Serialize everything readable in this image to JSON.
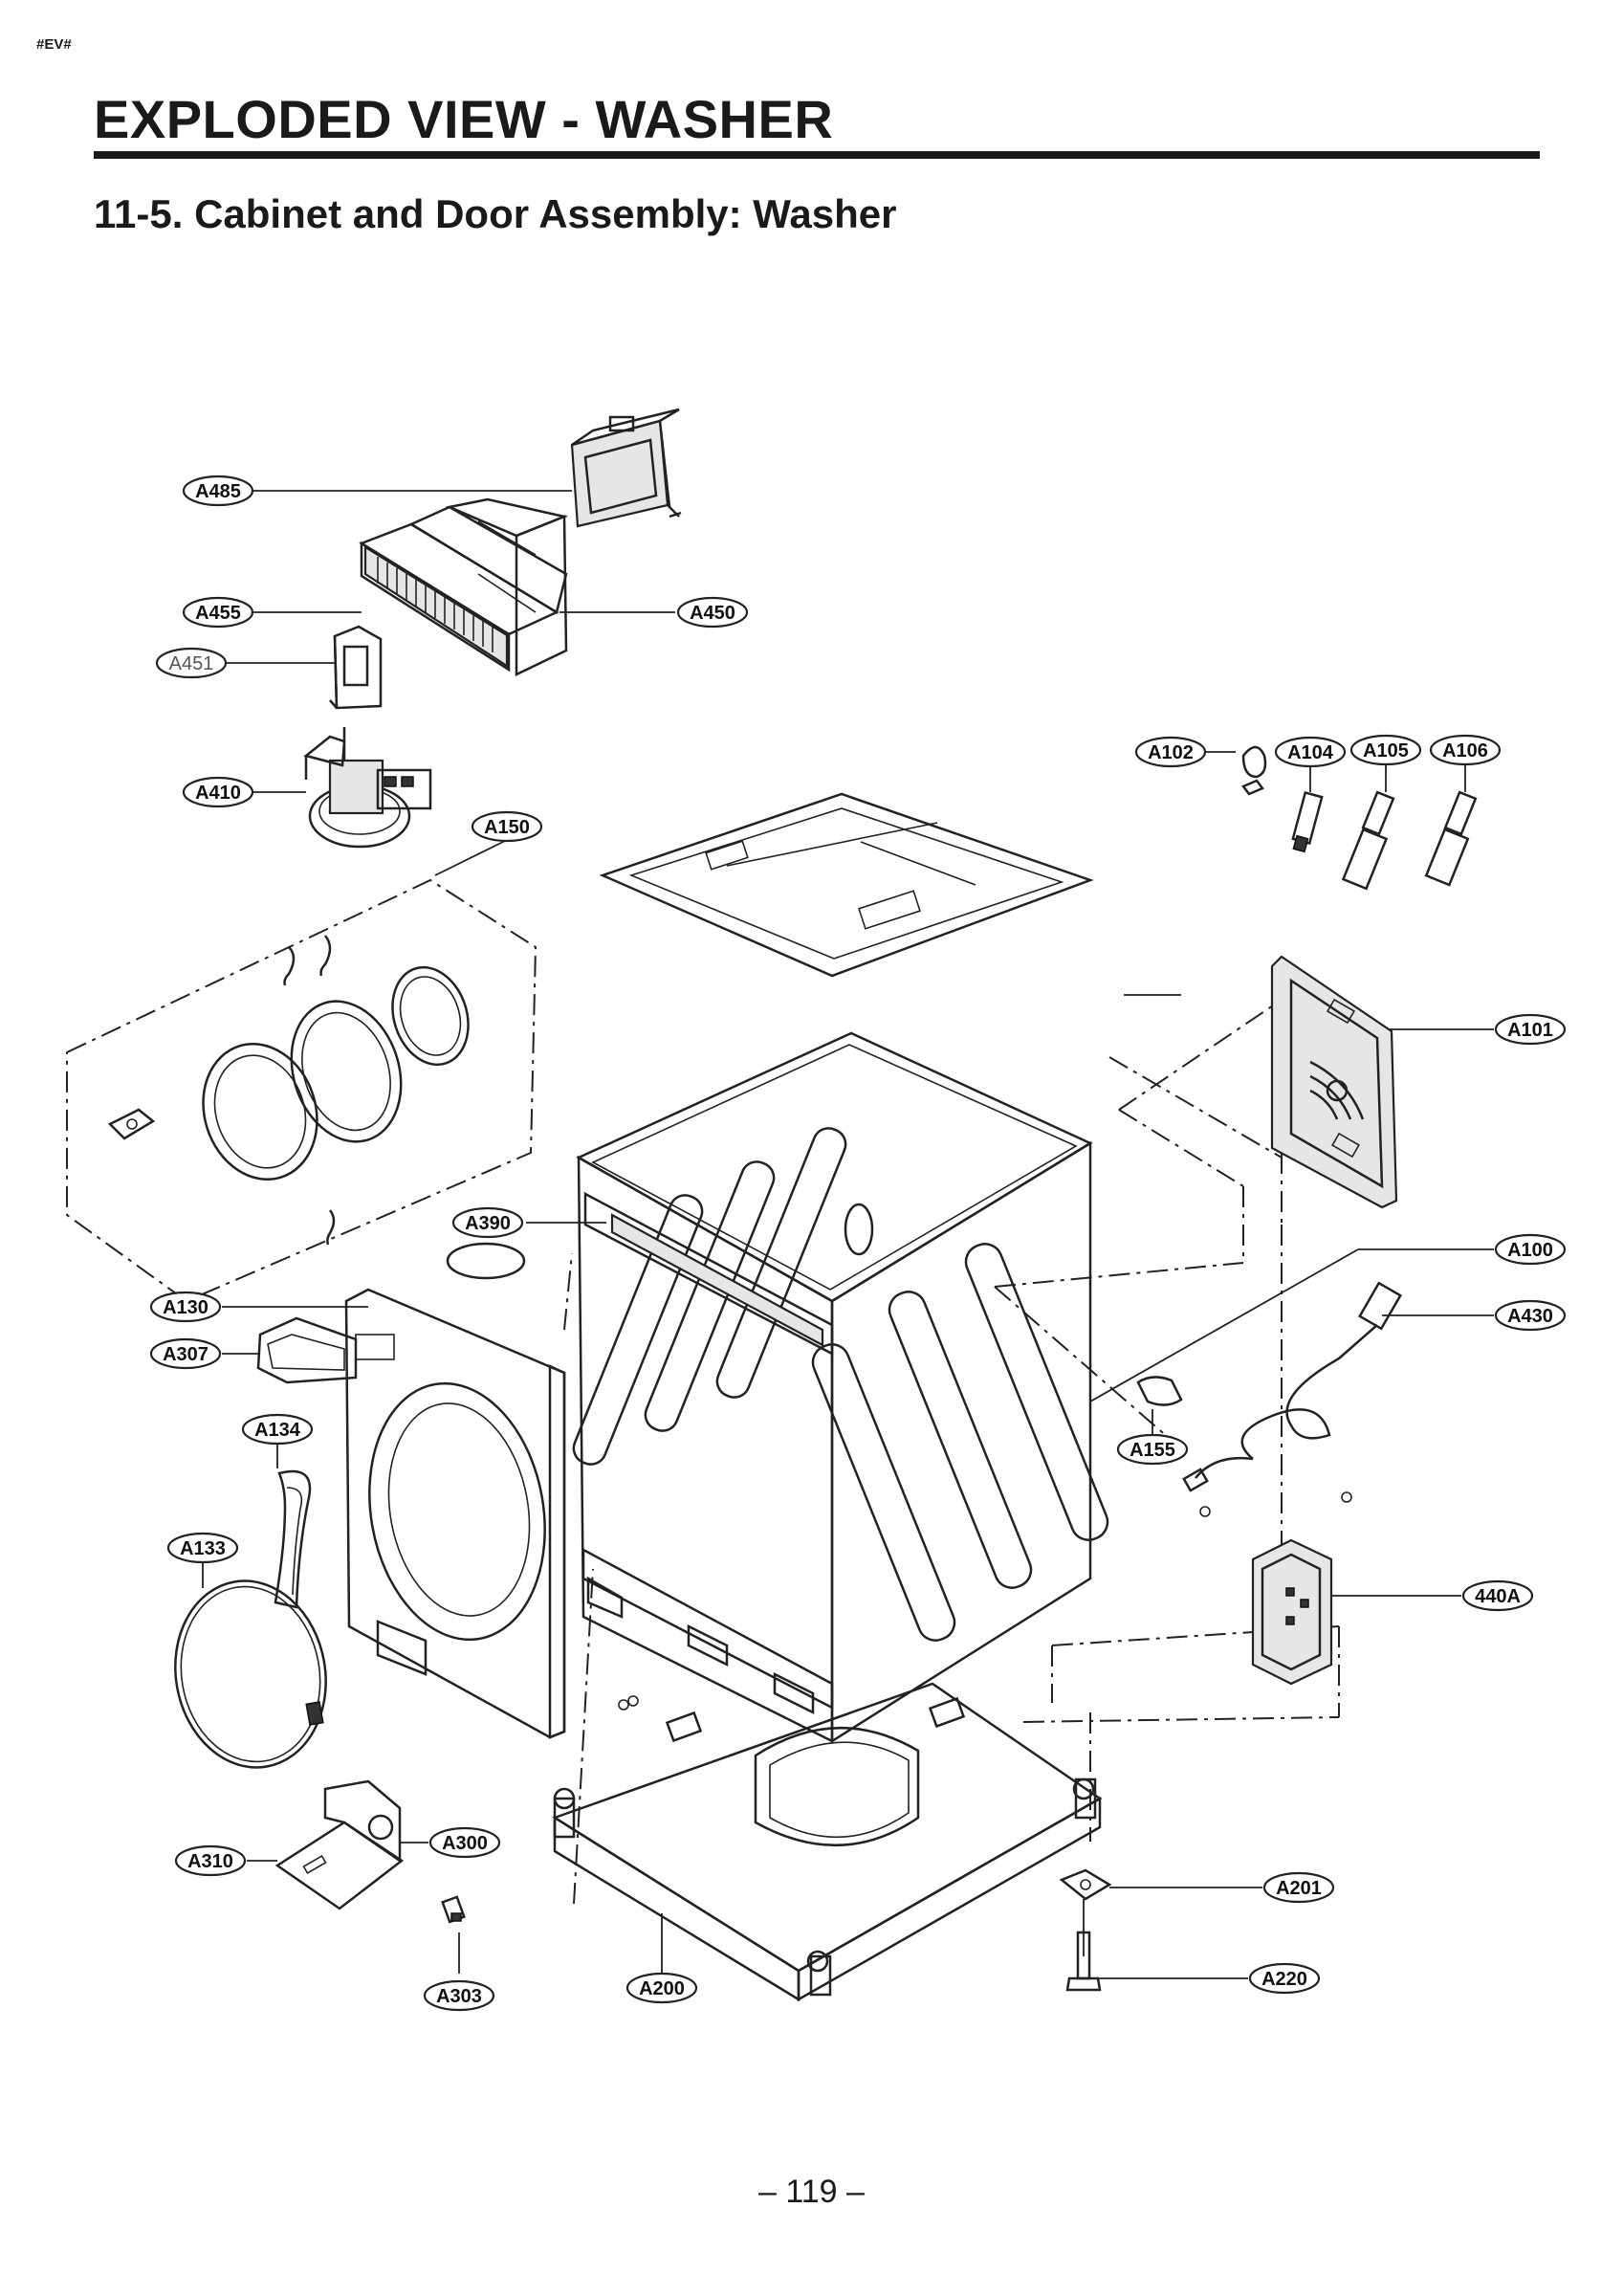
{
  "header": {
    "tag": "#EV#",
    "title": "EXPLODED VIEW - WASHER",
    "subtitle": "11-5. Cabinet and Door Assembly: Washer"
  },
  "footer": {
    "page_number": "– 119 –"
  },
  "callouts": {
    "A485": "A485",
    "A455": "A455",
    "A451": "A451",
    "A450": "A450",
    "A410": "A410",
    "A150": "A150",
    "A102": "A102",
    "A104": "A104",
    "A105": "A105",
    "A106": "A106",
    "A101": "A101",
    "A390": "A390",
    "A100": "A100",
    "A430": "A430",
    "A130": "A130",
    "A307": "A307",
    "A134": "A134",
    "A155": "A155",
    "A133": "A133",
    "440A": "440A",
    "A300": "A300",
    "A310": "A310",
    "A201": "A201",
    "A303": "A303",
    "A200": "A200",
    "A220": "A220"
  }
}
